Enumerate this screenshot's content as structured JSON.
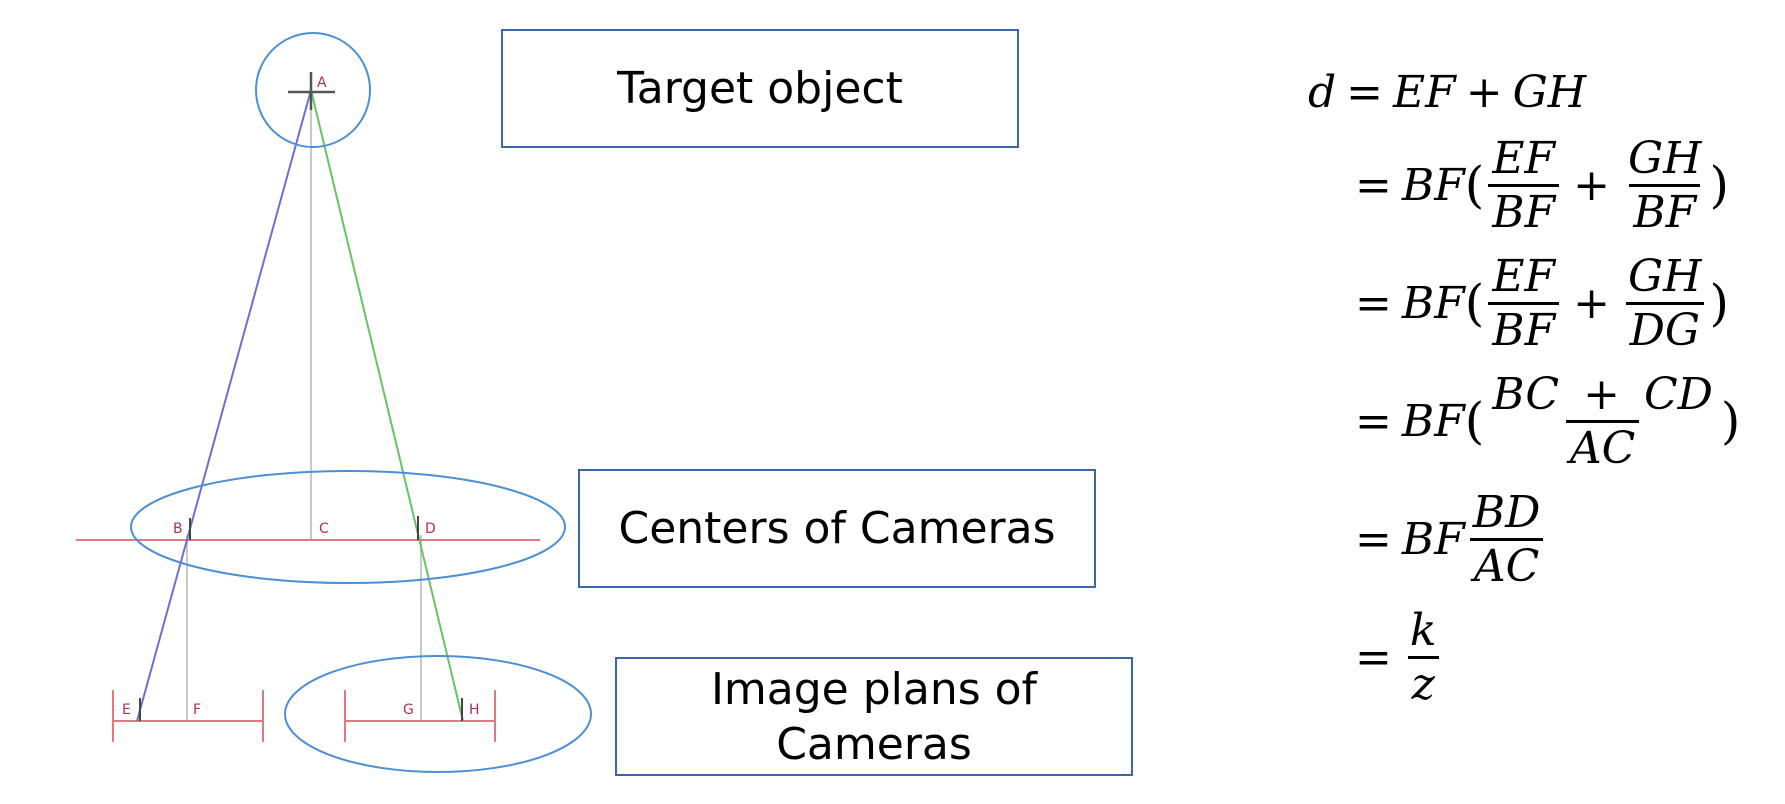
{
  "points": {
    "A": "A",
    "B": "B",
    "C": "C",
    "D": "D",
    "E": "E",
    "F": "F",
    "G": "G",
    "H": "H"
  },
  "callouts": {
    "target": "Target object",
    "centers": "Centers of Cameras",
    "planes_line1": "Image plans of",
    "planes_line2": "Cameras"
  },
  "equations": {
    "d": "d",
    "EF": "EF",
    "GH": "GH",
    "BF": "BF",
    "DG": "DG",
    "BC": "BC",
    "CD": "CD",
    "AC": "AC",
    "BD": "BD",
    "k": "k",
    "z": "z",
    "eq": "=",
    "plus": "+",
    "lparen": "(",
    "rparen": ")"
  },
  "colors": {
    "left_ray": "#6f6fd0",
    "right_ray": "#66c466",
    "baseline": "#e07a80",
    "vertical_guide": "#c8c8c8",
    "ellipse": "#4d8fd4",
    "callout_border": "#3b66a8"
  }
}
